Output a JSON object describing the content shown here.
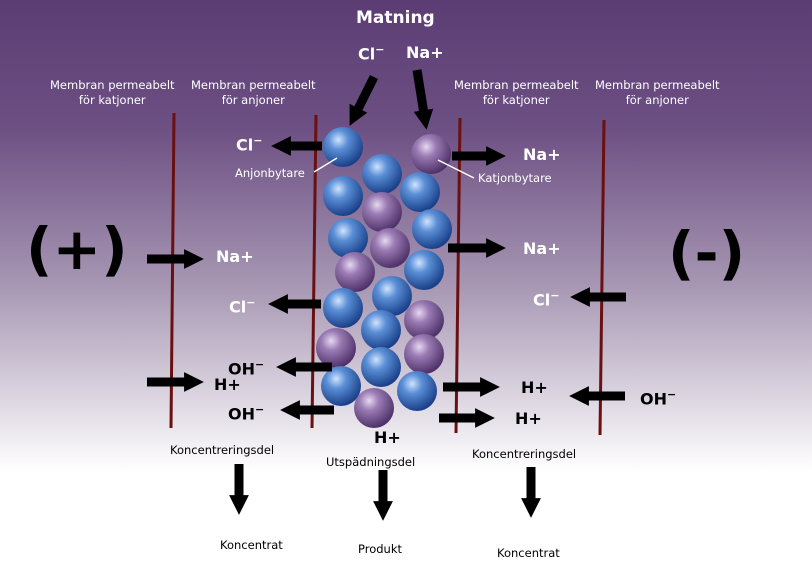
{
  "title": "Matning",
  "feed": {
    "cl": "Cl",
    "cl_sup": "−",
    "na": "Na+"
  },
  "membranes": [
    {
      "line1": "Membran permeabelt",
      "line2": "för katjoner"
    },
    {
      "line1": "Membran permeabelt",
      "line2": "för anjoner"
    },
    {
      "line1": "Membran permeabelt",
      "line2": "för katjoner"
    },
    {
      "line1": "Membran permeabelt",
      "line2": "för anjoner"
    }
  ],
  "electrodes": {
    "positive": "(+)",
    "negative": "(-)"
  },
  "resin": {
    "anion": "Anjonbytare",
    "cation": "Katjonbytare"
  },
  "ions": {
    "cl": "Cl",
    "minus": "−",
    "na": "Na+",
    "oh": "OH",
    "h": "H+"
  },
  "sections": {
    "left": "Koncentreringsdel",
    "middle": "Utspädningsdel",
    "right": "Koncentreringsdel"
  },
  "outputs": {
    "left": "Koncentrat",
    "middle": "Produkt",
    "right": "Koncentrat"
  },
  "colors": {
    "anion_bead": "#2f5ea8",
    "cation_bead": "#7a5a92",
    "membrane": "#6a1010",
    "arrow": "#000000"
  }
}
